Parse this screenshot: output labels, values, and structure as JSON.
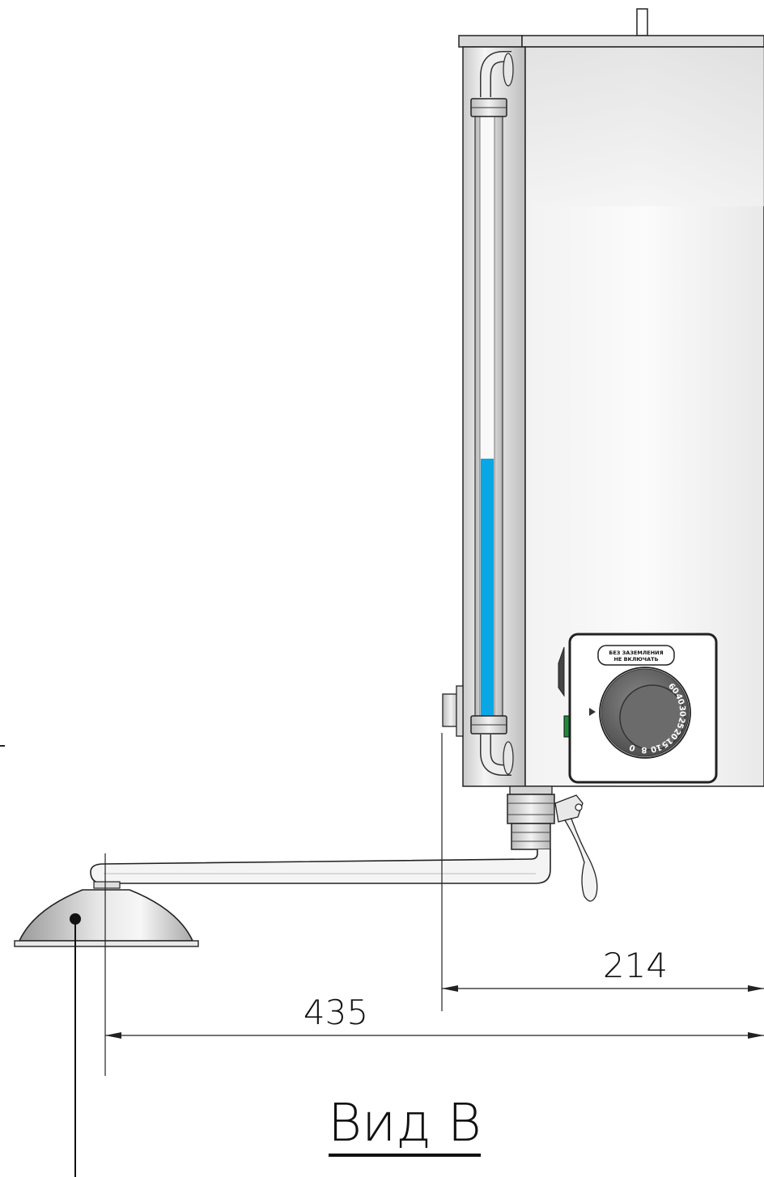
{
  "dimensions": {
    "horizontal_offset": "214",
    "overall_reach": "435"
  },
  "view_title": "Вид В",
  "control_panel": {
    "warning_line_1": "БЕЗ ЗАЗЕМЛЕНИЯ",
    "warning_line_2": "НЕ ВКЛЮЧАТЬ",
    "dial_scale": [
      "0",
      "8",
      "10",
      "15",
      "20",
      "25",
      "30",
      "40",
      "60"
    ]
  },
  "colors": {
    "water_level": "#0aa7e6",
    "indicator_lamp": "#1f8c3a",
    "tank_body": "#eeeeee",
    "dial_face": "#6b6b6b"
  },
  "water_level_fraction": 0.45
}
